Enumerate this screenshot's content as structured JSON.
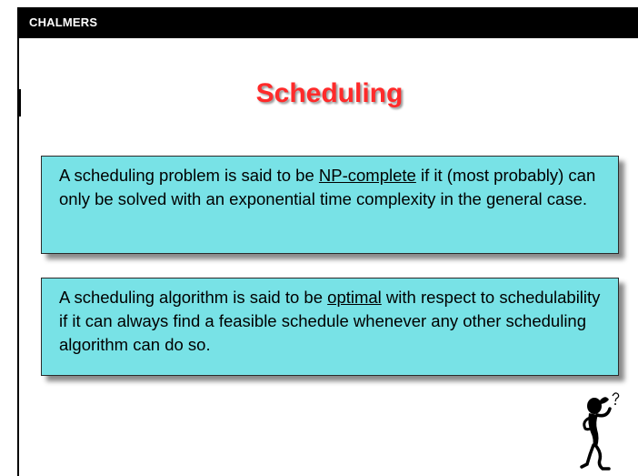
{
  "header": {
    "brand": "CHALMERS"
  },
  "slide": {
    "title": "Scheduling",
    "box1": {
      "before": "A scheduling problem is said to be ",
      "term": "NP-complete",
      "after": " if it (most probably) can only be solved with an exponential time complexity in the general case."
    },
    "box2": {
      "before": "A scheduling algorithm is said to be ",
      "term": "optimal",
      "after": " with respect to schedulability if it can always find a feasible schedule whenever any other scheduling algorithm can do so."
    }
  },
  "figure": {
    "icon": "thinking-person-icon"
  },
  "colors": {
    "title": "#ff2a2a",
    "box_fill": "#78e2e6",
    "header_bg": "#000000"
  }
}
